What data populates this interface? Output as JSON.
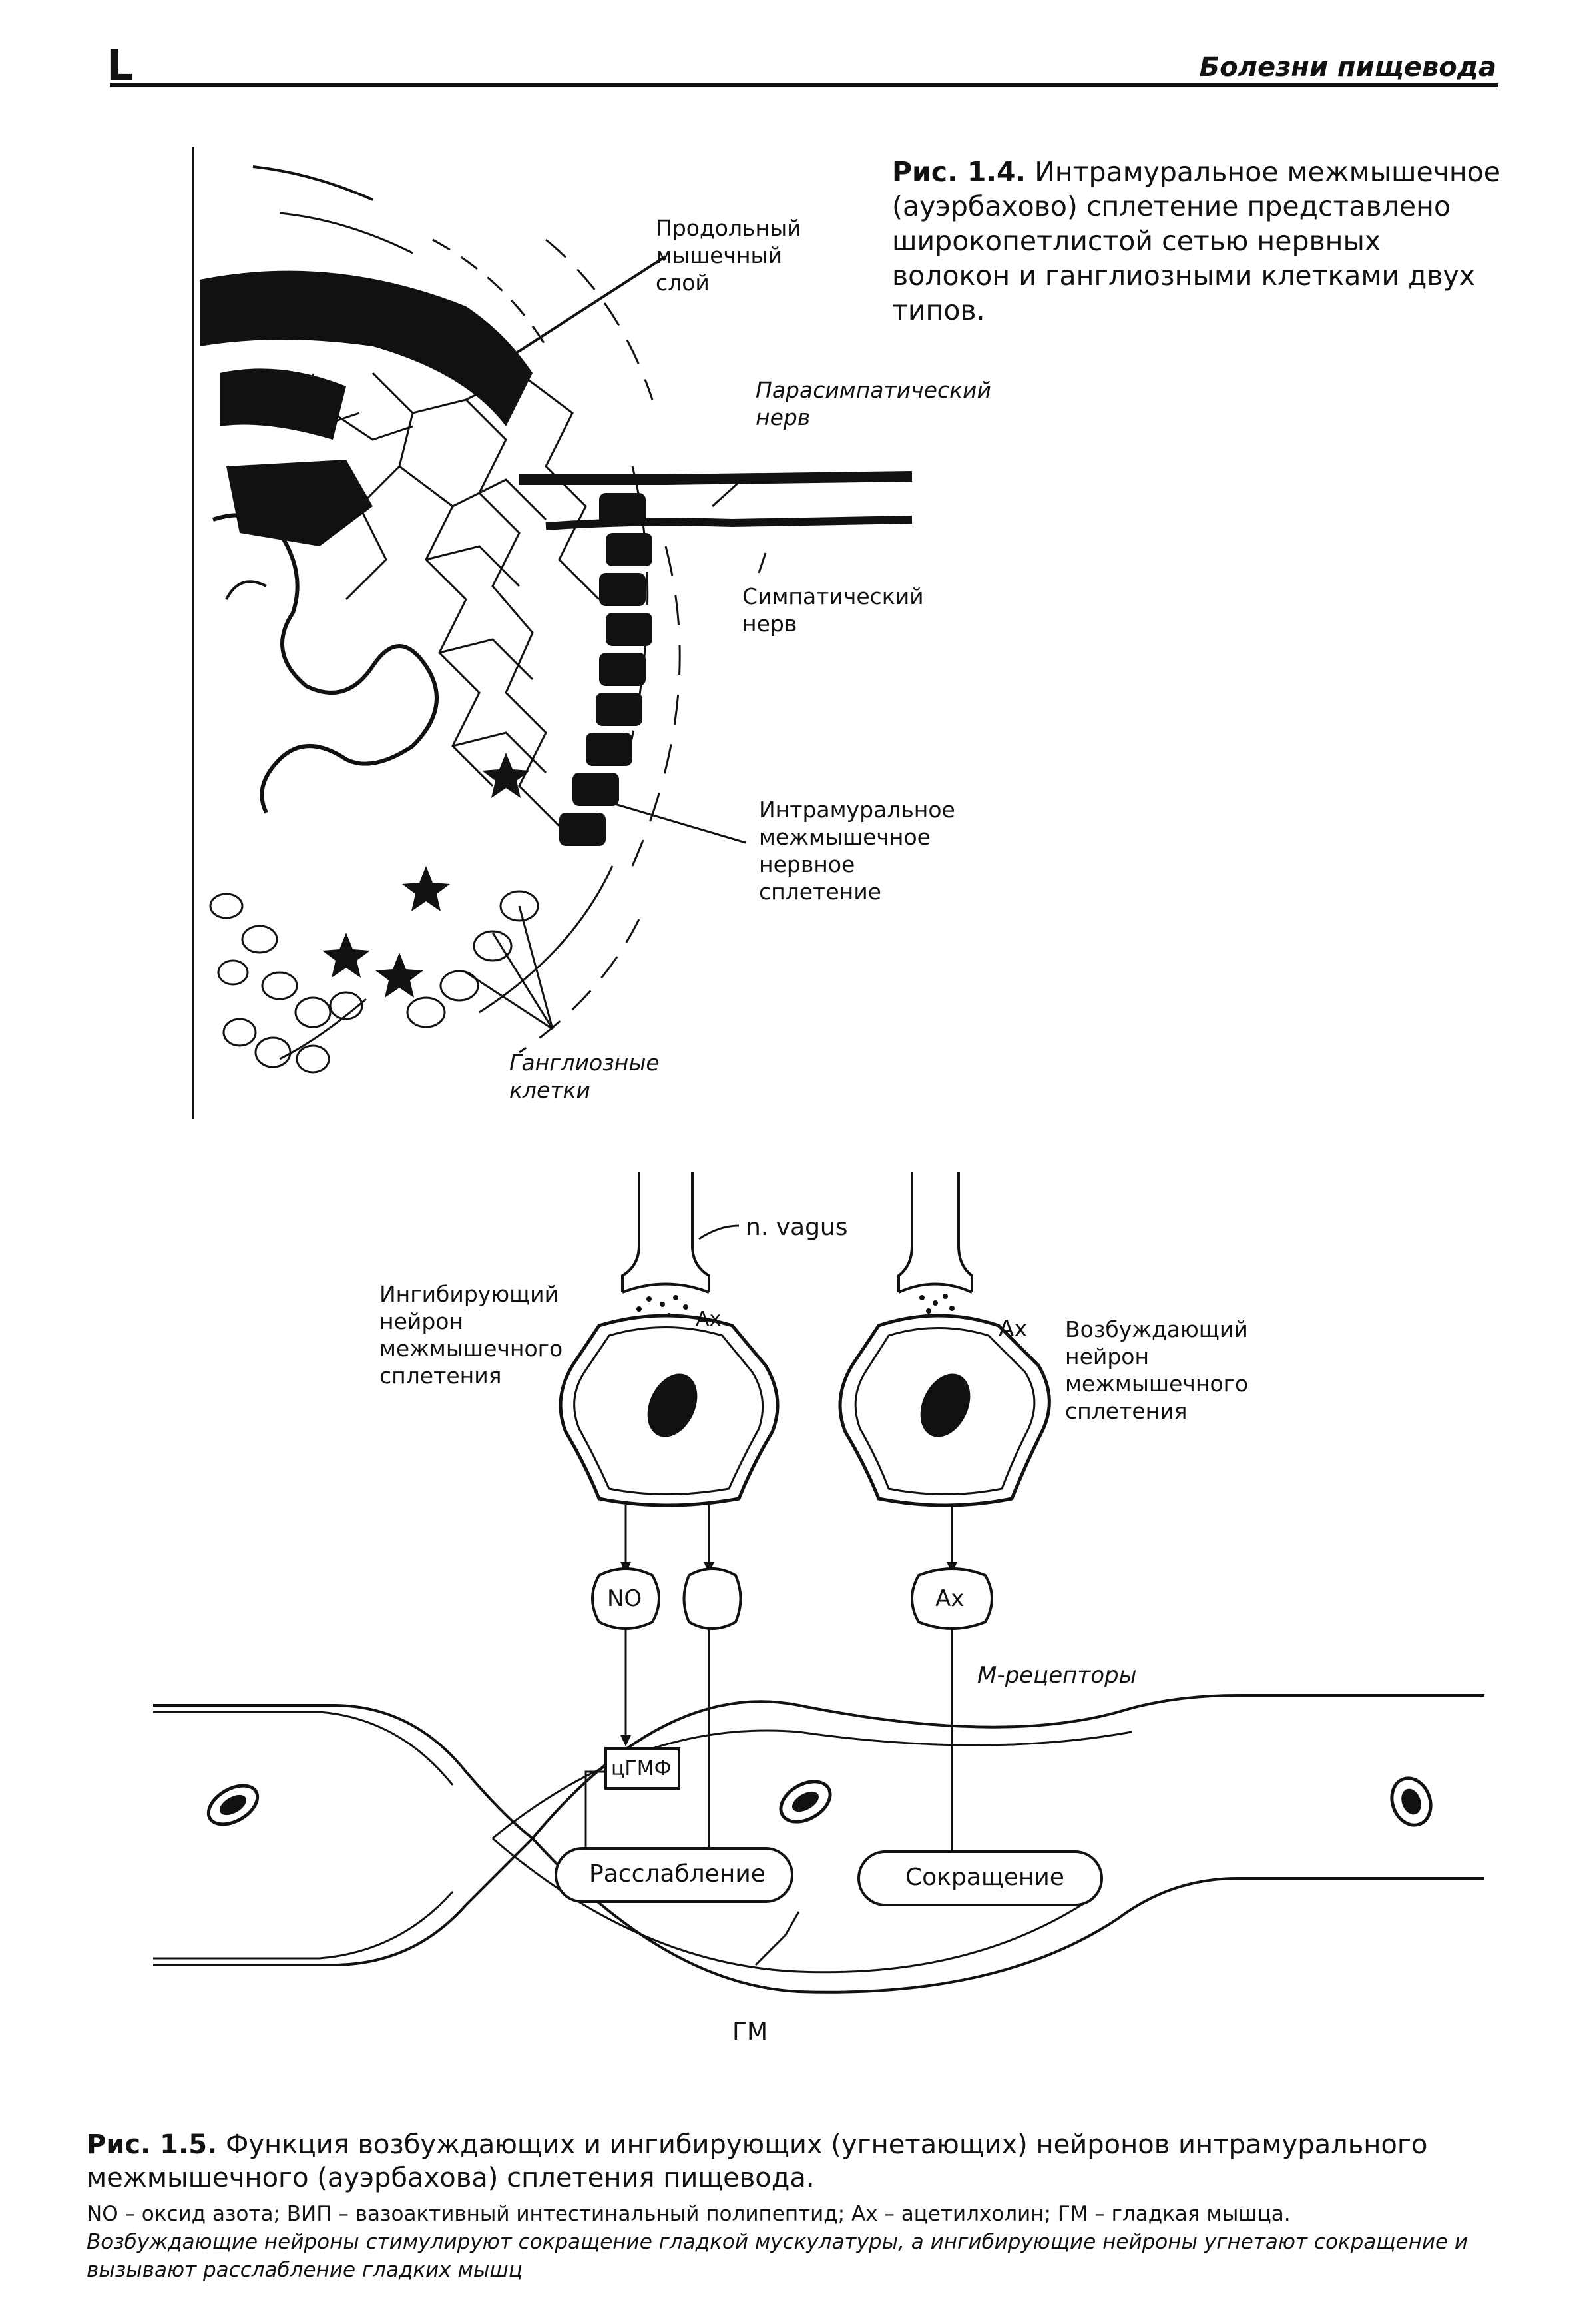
{
  "header": {
    "page_number": "L",
    "running_title": "Болезни пищевода"
  },
  "figure_1_4": {
    "caption_label": "Рис. 1.4.",
    "caption_text": "Интрамуральное межмышечное (ауэрбахово) сплетение представлено широкопетлистой сетью нервных волокон и ганглиозными клетками двух типов.",
    "labels": {
      "longitudinal_1": "Продольный",
      "longitudinal_2": "мышечный",
      "longitudinal_3": "слой",
      "parasympathetic_1": "Парасимпатический",
      "parasympathetic_2": "нерв",
      "sympathetic_1": "Симпатический",
      "sympathetic_2": "нерв",
      "plexus_1": "Интрамуральное",
      "plexus_2": "межмышечное",
      "plexus_3": "нервное",
      "plexus_4": "сплетение",
      "ganglion_1": "Ганглиозные",
      "ganglion_2": "клетки"
    }
  },
  "figure_1_5": {
    "labels": {
      "vagus": "n. vagus",
      "inhib_1": "Ингибирующий",
      "inhib_2": "нейрон",
      "inhib_3": "межмышечного",
      "inhib_4": "сплетения",
      "excit_1": "Возбуждающий",
      "excit_2": "нейрон",
      "excit_3": "межмышечного",
      "excit_4": "сплетения",
      "ax_synapse": "Ax",
      "ax_synapse_left": "Ax",
      "no": "NO",
      "ax_vesicle": "Ax",
      "m_receptors": "М-рецепторы",
      "cgmp": "цГМФ",
      "relaxation": "Расслабление",
      "contraction": "Сокращение",
      "gm": "ГМ"
    },
    "caption_label": "Рис. 1.5.",
    "caption_text": "Функция возбуждающих и ингибирующих (угнетающих) нейронов интрамурального межмышечного (ауэрбахова) сплетения пищевода.",
    "note_line1": "NO – оксид азота; ВИП – вазоактивный интестинальный полипептид; Ax – ацетилхолин; ГМ – гладкая мышца.",
    "note_line2": "Возбуждающие нейроны стимулируют сокращение гладкой мускулатуры, а ингибирующие нейроны угнетают сокращение и вызывают расслабление гладких мышц"
  }
}
